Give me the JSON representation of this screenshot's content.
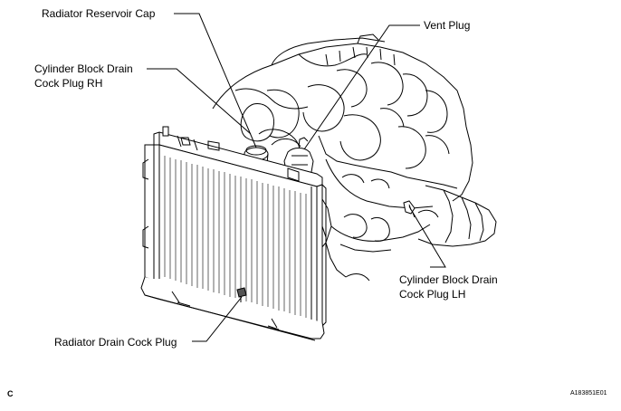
{
  "labels": {
    "radiator_reservoir_cap": "Radiator Reservoir Cap",
    "vent_plug": "Vent Plug",
    "cylinder_block_drain_rh_line1": "Cylinder Block Drain",
    "cylinder_block_drain_rh_line2": "Cock Plug RH",
    "cylinder_block_drain_lh_line1": "Cylinder Block Drain",
    "cylinder_block_drain_lh_line2": "Cock Plug LH",
    "radiator_drain_cock_plug": "Radiator Drain Cock Plug"
  },
  "corner_code": "C",
  "figure_id": "A183851E01",
  "colors": {
    "line": "#000000",
    "background": "#ffffff"
  }
}
